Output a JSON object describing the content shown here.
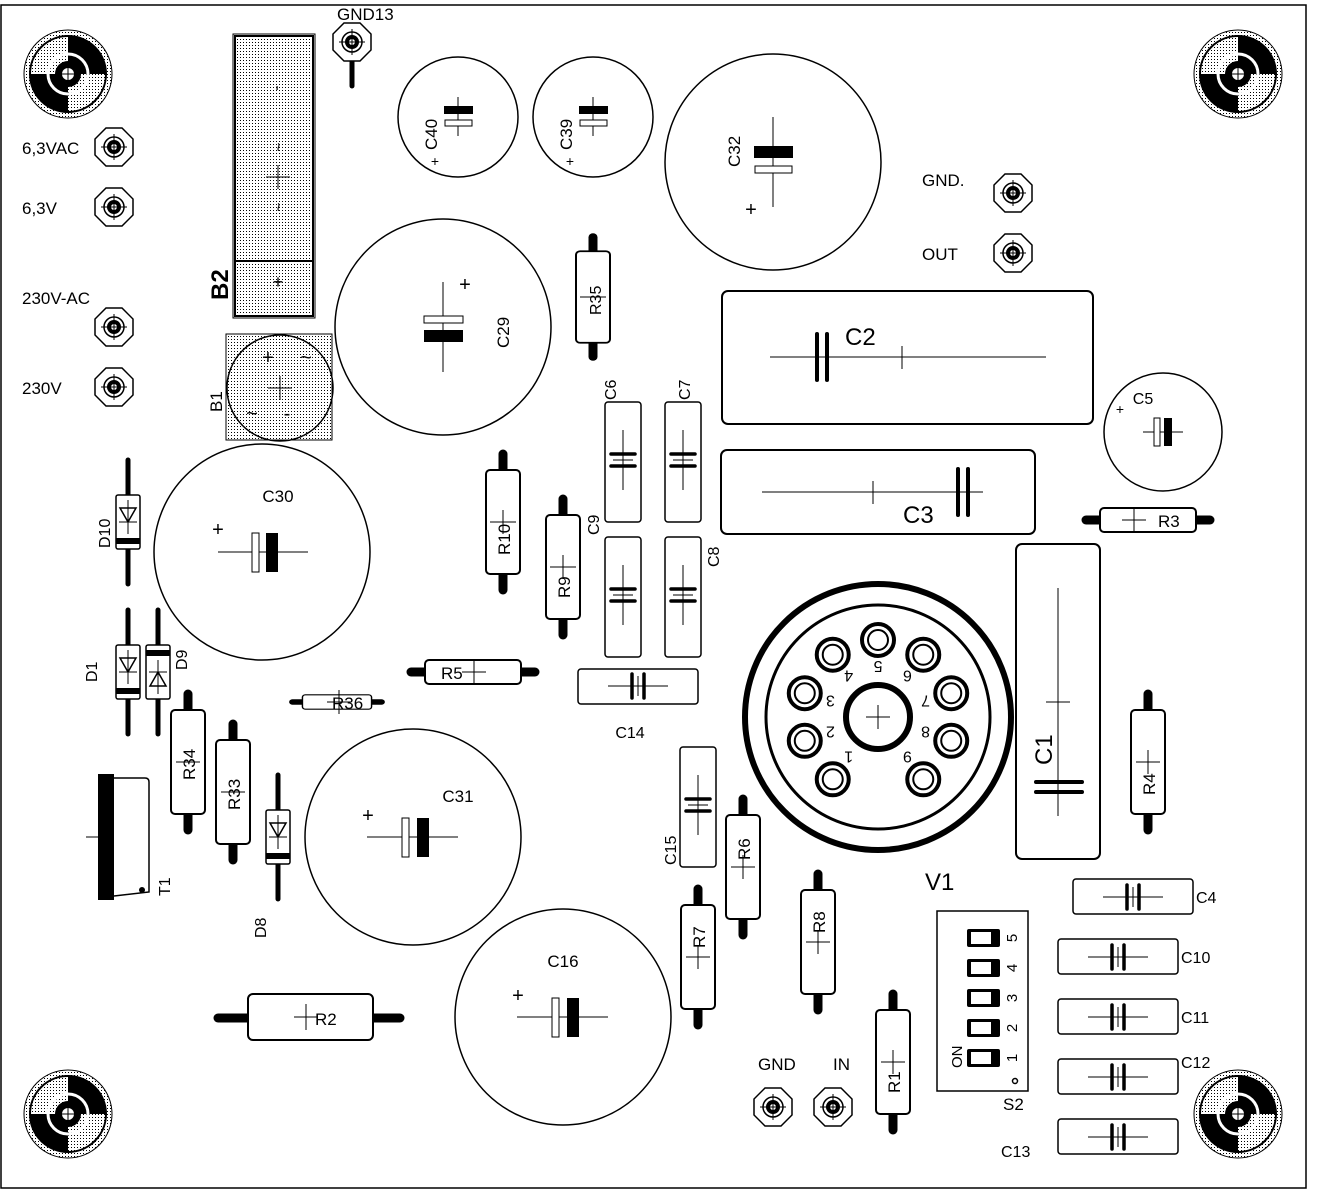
{
  "board": {
    "title": "PCB component placement (silkscreen)",
    "colors": {
      "ink": "#000000",
      "paper": "#ffffff",
      "pad_fill": "#d8d8d8"
    }
  },
  "terminals": [
    {
      "id": "GND13",
      "label": "GND13"
    },
    {
      "id": "6V3AC",
      "label": "6,3VAC"
    },
    {
      "id": "6V3",
      "label": "6,3V"
    },
    {
      "id": "230VAC",
      "label": "230V-AC"
    },
    {
      "id": "230V",
      "label": "230V"
    },
    {
      "id": "GND_OUT",
      "label": "GND."
    },
    {
      "id": "OUT",
      "label": "OUT"
    },
    {
      "id": "GND_IN",
      "label": "GND"
    },
    {
      "id": "IN",
      "label": "IN"
    }
  ],
  "bridges": [
    {
      "ref": "B2",
      "pins": [
        "-",
        "~",
        "~",
        "+"
      ]
    },
    {
      "ref": "B1",
      "pins": [
        "+",
        "~",
        "~",
        "-"
      ]
    }
  ],
  "electrolytics": [
    {
      "ref": "C40"
    },
    {
      "ref": "C39"
    },
    {
      "ref": "C32"
    },
    {
      "ref": "C29"
    },
    {
      "ref": "C30"
    },
    {
      "ref": "C31"
    },
    {
      "ref": "C16"
    },
    {
      "ref": "C5"
    }
  ],
  "film_caps": [
    {
      "ref": "C1"
    },
    {
      "ref": "C2"
    },
    {
      "ref": "C3"
    },
    {
      "ref": "C4"
    },
    {
      "ref": "C6"
    },
    {
      "ref": "C7"
    },
    {
      "ref": "C8"
    },
    {
      "ref": "C9"
    },
    {
      "ref": "C10"
    },
    {
      "ref": "C11"
    },
    {
      "ref": "C12"
    },
    {
      "ref": "C13"
    },
    {
      "ref": "C14"
    },
    {
      "ref": "C15"
    }
  ],
  "resistors": [
    {
      "ref": "R1"
    },
    {
      "ref": "R2"
    },
    {
      "ref": "R3"
    },
    {
      "ref": "R4"
    },
    {
      "ref": "R5"
    },
    {
      "ref": "R6"
    },
    {
      "ref": "R7"
    },
    {
      "ref": "R8"
    },
    {
      "ref": "R9"
    },
    {
      "ref": "R10"
    },
    {
      "ref": "R33"
    },
    {
      "ref": "R34"
    },
    {
      "ref": "R35"
    },
    {
      "ref": "R36"
    }
  ],
  "diodes": [
    {
      "ref": "D1"
    },
    {
      "ref": "D8"
    },
    {
      "ref": "D9"
    },
    {
      "ref": "D10"
    }
  ],
  "transistor": {
    "ref": "T1"
  },
  "tube_socket": {
    "ref": "V1",
    "pins": [
      "1",
      "2",
      "3",
      "4",
      "5",
      "6",
      "7",
      "8",
      "9"
    ]
  },
  "dip_switch": {
    "ref": "S2",
    "on_label": "ON",
    "positions": [
      "1",
      "2",
      "3",
      "4",
      "5"
    ]
  },
  "polarity_mark": "+"
}
